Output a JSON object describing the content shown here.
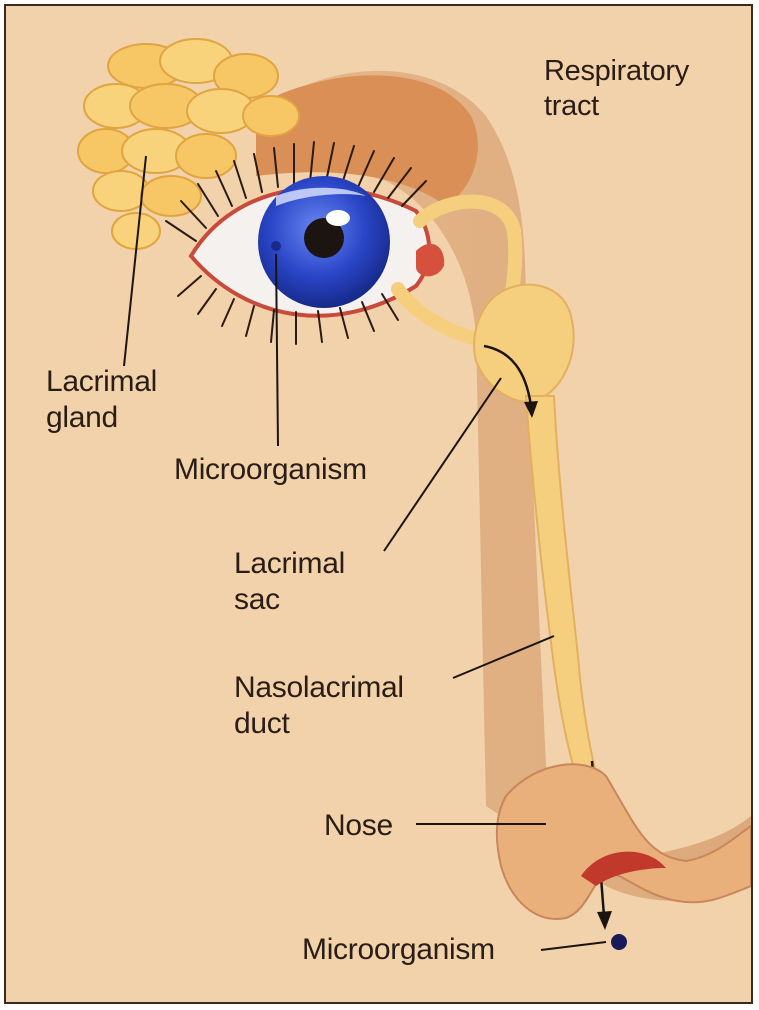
{
  "labels": {
    "respiratory_tract": [
      "Respiratory",
      "tract"
    ],
    "lacrimal_gland": [
      "Lacrimal",
      "gland"
    ],
    "microorganism_eye": "Microorganism",
    "lacrimal_sac": [
      "Lacrimal",
      "sac"
    ],
    "nasolacrimal_duct": [
      "Nasolacrimal",
      "duct"
    ],
    "nose": "Nose",
    "microorganism_nose": "Microorganism"
  },
  "colors": {
    "background": "#f2d2aa",
    "gland": "#f7c766",
    "iris": "#2a46c8",
    "duct": "#f6cf7e",
    "shadow": "#d99b6a",
    "nose": "#e9b07c",
    "outline": "#3a2a20"
  }
}
